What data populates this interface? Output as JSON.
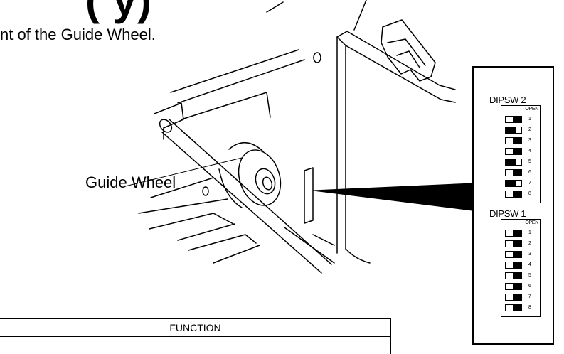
{
  "page": {
    "title": "(         y)",
    "intro": "nt of the Guide Wheel."
  },
  "diagram": {
    "guide_wheel_label": "Guide Wheel"
  },
  "dip_switches": [
    {
      "label": "DIPSW 2",
      "open_label": "OPEN",
      "switches": [
        {
          "num": "1",
          "on": false
        },
        {
          "num": "2",
          "on": true
        },
        {
          "num": "3",
          "on": false
        },
        {
          "num": "4",
          "on": false
        },
        {
          "num": "5",
          "on": true
        },
        {
          "num": "6",
          "on": false
        },
        {
          "num": "7",
          "on": true
        },
        {
          "num": "8",
          "on": false
        }
      ]
    },
    {
      "label": "DIPSW 1",
      "open_label": "OPEN",
      "switches": [
        {
          "num": "1",
          "on": false
        },
        {
          "num": "2",
          "on": false
        },
        {
          "num": "3",
          "on": false
        },
        {
          "num": "4",
          "on": false
        },
        {
          "num": "5",
          "on": false
        },
        {
          "num": "6",
          "on": false
        },
        {
          "num": "7",
          "on": false
        },
        {
          "num": "8",
          "on": false
        }
      ]
    }
  ],
  "table": {
    "header": "FUNCTION"
  }
}
